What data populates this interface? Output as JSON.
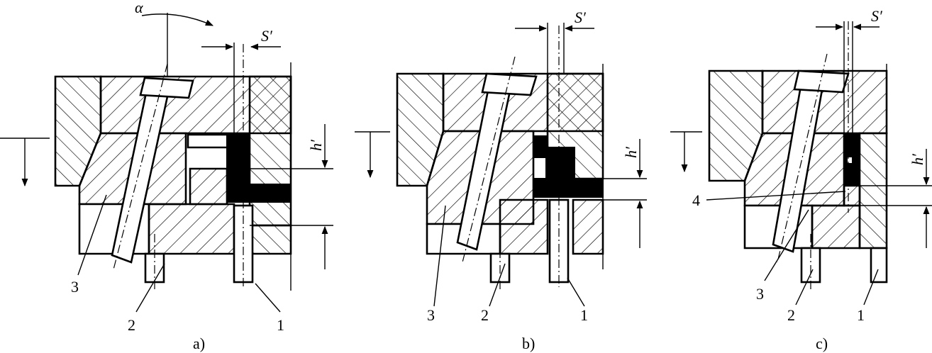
{
  "figure": {
    "panels": [
      {
        "caption": "a)",
        "labels": {
          "slider": "3",
          "pin_left": "2",
          "pin_right": "1"
        },
        "dims": {
          "angle": "α",
          "side_gap": "S′",
          "height": "h′"
        }
      },
      {
        "caption": "b)",
        "labels": {
          "slider": "3",
          "pin_left": "2",
          "pin_right": "1"
        },
        "dims": {
          "side_gap": "S′",
          "height": "h′"
        }
      },
      {
        "caption": "c)",
        "labels": {
          "slider": "3",
          "pin_left": "2",
          "pin_right": "1",
          "insert": "4"
        },
        "dims": {
          "side_gap": "S′",
          "height": "h′"
        }
      }
    ]
  }
}
